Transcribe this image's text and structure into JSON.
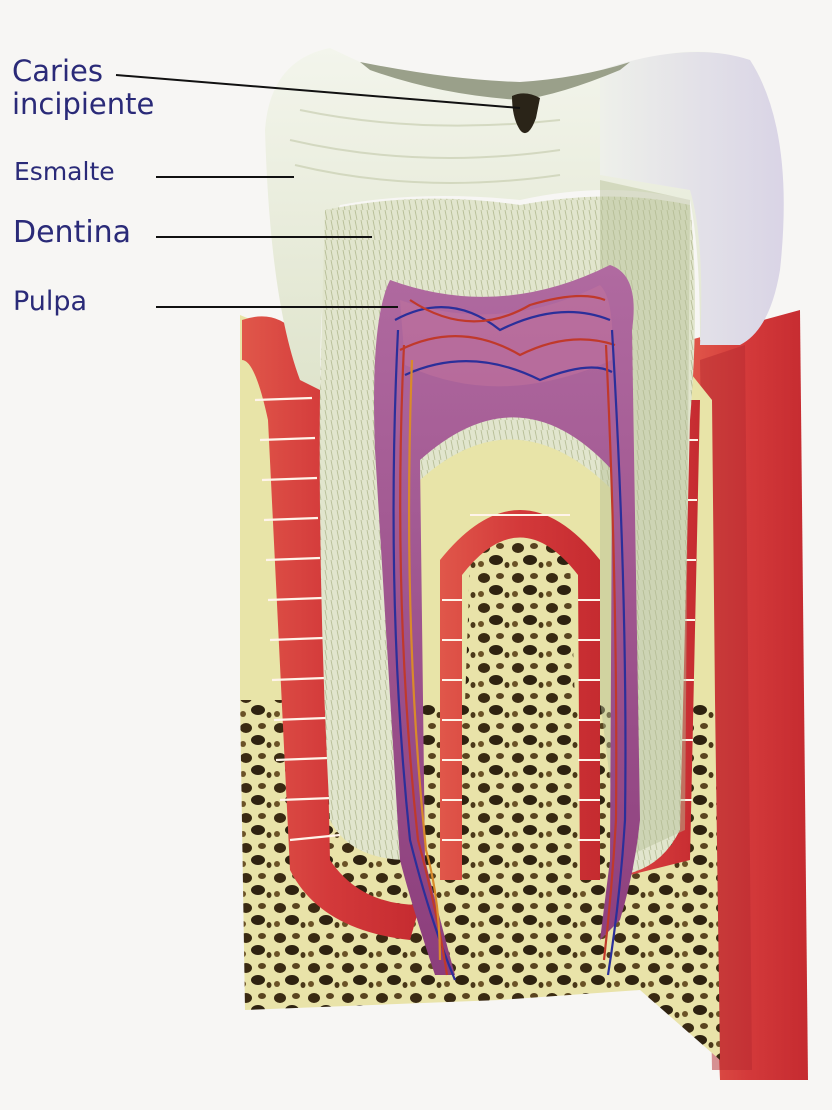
{
  "labels": {
    "caries_line1": "Caries",
    "caries_line2": "incipiente",
    "esmalte": "Esmalte",
    "dentina": "Dentina",
    "pulpa": "Pulpa"
  },
  "colors": {
    "label_text": "#2a2a78",
    "enamel": "#eef0e4",
    "dentin": "#e3e6cf",
    "pulp": "#9c4d86",
    "gum": "#d8403e",
    "bone": "#e8e4a8",
    "vein": "#2b2f9a",
    "artery": "#c0392b"
  }
}
